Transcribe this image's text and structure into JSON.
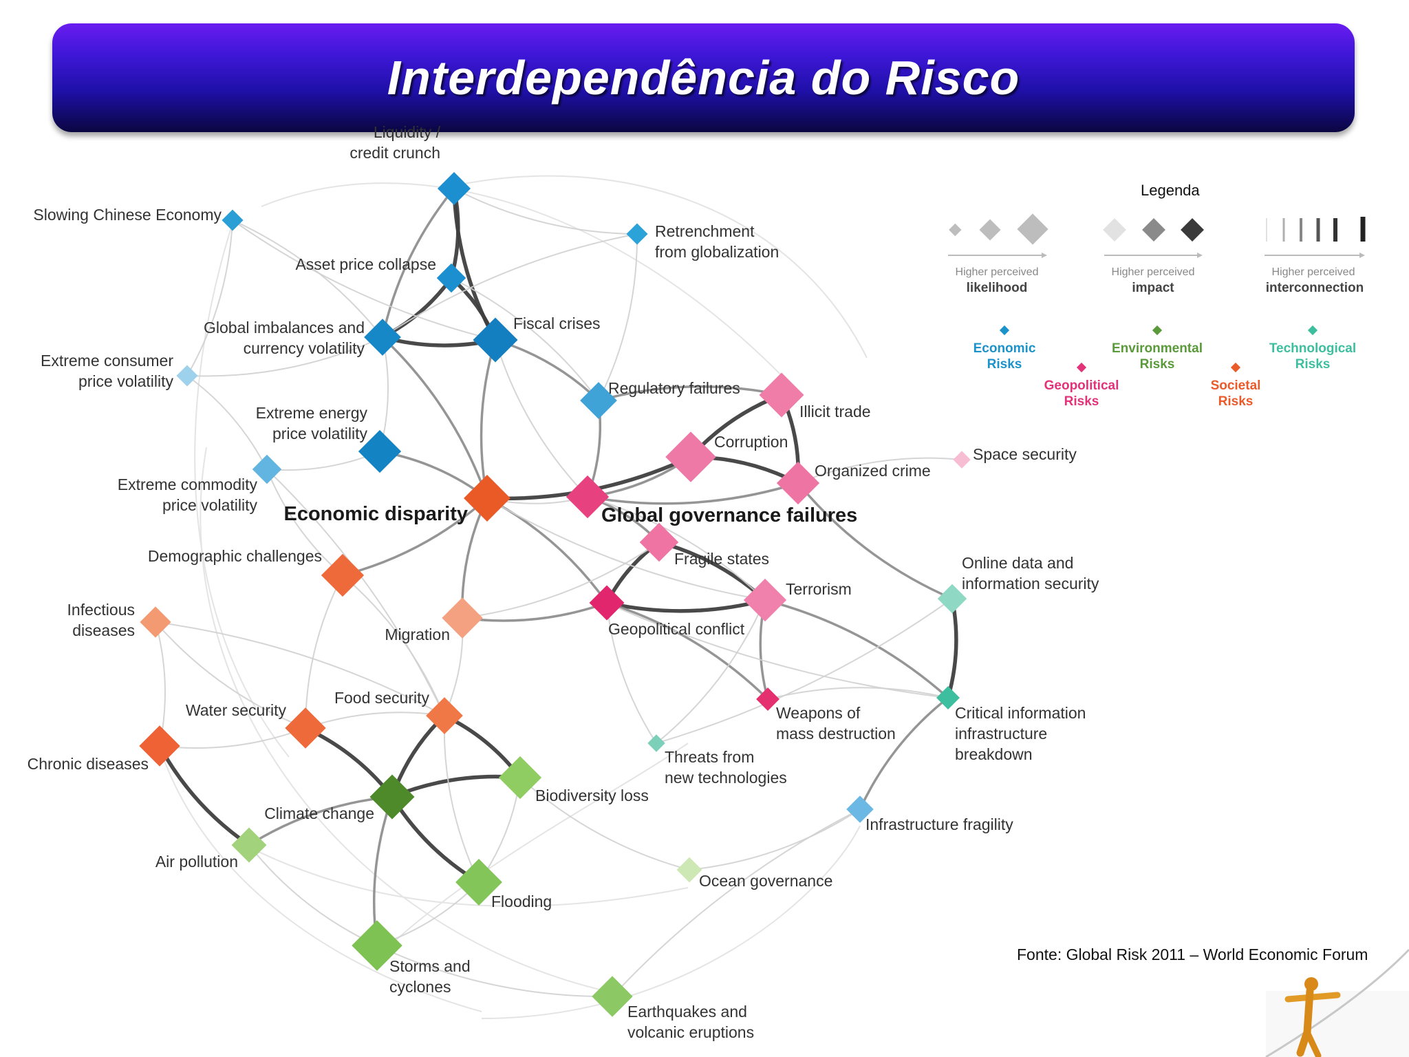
{
  "title": "Interdependência do Risco",
  "legend": {
    "title": "Legenda",
    "likelihood": {
      "top": "Higher perceived",
      "bottom": "likelihood"
    },
    "impact": {
      "top": "Higher perceived",
      "bottom": "impact"
    },
    "interconnection": {
      "top": "Higher perceived",
      "bottom": "interconnection"
    },
    "categories": [
      {
        "id": "economic",
        "line1": "Economic",
        "line2": "Risks",
        "color": "#1b92c9"
      },
      {
        "id": "geopolitical",
        "line1": "Geopolitical",
        "line2": "Risks",
        "color": "#e2337a"
      },
      {
        "id": "environmental",
        "line1": "Environmental",
        "line2": "Risks",
        "color": "#5a9a3a"
      },
      {
        "id": "societal",
        "line1": "Societal",
        "line2": "Risks",
        "color": "#ea5b2a"
      },
      {
        "id": "technological",
        "line1": "Technological",
        "line2": "Risks",
        "color": "#3dbf9f"
      }
    ]
  },
  "source": "Fonte: Global Risk 2011 – World Economic Forum",
  "nodes": [
    {
      "id": "liquidity",
      "lines": [
        "Liquidity /",
        "credit crunch"
      ],
      "category": "economic"
    },
    {
      "id": "chinese",
      "lines": [
        "Slowing Chinese Economy"
      ],
      "category": "economic"
    },
    {
      "id": "retrenchment",
      "lines": [
        "Retrenchment",
        "from globalization"
      ],
      "category": "economic"
    },
    {
      "id": "asset",
      "lines": [
        "Asset price collapse"
      ],
      "category": "economic"
    },
    {
      "id": "imbalances",
      "lines": [
        "Global imbalances and",
        "currency volatility"
      ],
      "category": "economic"
    },
    {
      "id": "fiscal",
      "lines": [
        "Fiscal crises"
      ],
      "category": "economic"
    },
    {
      "id": "consumer",
      "lines": [
        "Extreme consumer",
        "price volatility"
      ],
      "category": "economic"
    },
    {
      "id": "energy",
      "lines": [
        "Extreme energy",
        "price volatility"
      ],
      "category": "economic"
    },
    {
      "id": "commodity",
      "lines": [
        "Extreme commodity",
        "price volatility"
      ],
      "category": "economic"
    },
    {
      "id": "regulatory",
      "lines": [
        "Regulatory failures"
      ],
      "category": "economic"
    },
    {
      "id": "disparity",
      "lines": [
        "Economic disparity"
      ],
      "category": "economic"
    },
    {
      "id": "illicit",
      "lines": [
        "Illicit trade"
      ],
      "category": "geopolitical"
    },
    {
      "id": "corruption",
      "lines": [
        "Corruption"
      ],
      "category": "geopolitical"
    },
    {
      "id": "organized",
      "lines": [
        "Organized crime"
      ],
      "category": "geopolitical"
    },
    {
      "id": "space",
      "lines": [
        "Space security"
      ],
      "category": "geopolitical"
    },
    {
      "id": "governance",
      "lines": [
        "Global governance failures"
      ],
      "category": "geopolitical"
    },
    {
      "id": "fragile",
      "lines": [
        "Fragile states"
      ],
      "category": "geopolitical"
    },
    {
      "id": "terrorism",
      "lines": [
        "Terrorism"
      ],
      "category": "geopolitical"
    },
    {
      "id": "geoconflict",
      "lines": [
        "Geopolitical conflict"
      ],
      "category": "geopolitical"
    },
    {
      "id": "wmd",
      "lines": [
        "Weapons of",
        "mass destruction"
      ],
      "category": "geopolitical"
    },
    {
      "id": "demographic",
      "lines": [
        "Demographic challenges"
      ],
      "category": "societal"
    },
    {
      "id": "infectious",
      "lines": [
        "Infectious",
        "diseases"
      ],
      "category": "societal"
    },
    {
      "id": "migration",
      "lines": [
        "Migration"
      ],
      "category": "societal"
    },
    {
      "id": "water",
      "lines": [
        "Water security"
      ],
      "category": "societal"
    },
    {
      "id": "food",
      "lines": [
        "Food security"
      ],
      "category": "societal"
    },
    {
      "id": "chronic",
      "lines": [
        "Chronic diseases"
      ],
      "category": "societal"
    },
    {
      "id": "online",
      "lines": [
        "Online data and",
        "information security"
      ],
      "category": "technological"
    },
    {
      "id": "critical",
      "lines": [
        "Critical information",
        "infrastructure",
        "breakdown"
      ],
      "category": "technological"
    },
    {
      "id": "threats",
      "lines": [
        "Threats from",
        "new technologies"
      ],
      "category": "technological"
    },
    {
      "id": "infra",
      "lines": [
        "Infrastructure fragility"
      ],
      "category": "economic"
    },
    {
      "id": "climate",
      "lines": [
        "Climate change"
      ],
      "category": "environmental"
    },
    {
      "id": "biodiversity",
      "lines": [
        "Biodiversity loss"
      ],
      "category": "environmental"
    },
    {
      "id": "airpollution",
      "lines": [
        "Air pollution"
      ],
      "category": "environmental"
    },
    {
      "id": "flooding",
      "lines": [
        "Flooding"
      ],
      "category": "environmental"
    },
    {
      "id": "ocean",
      "lines": [
        "Ocean governance"
      ],
      "category": "environmental"
    },
    {
      "id": "storms",
      "lines": [
        "Storms and",
        "cyclones"
      ],
      "category": "environmental"
    },
    {
      "id": "earthquakes",
      "lines": [
        "Earthquakes and",
        "volcanic eruptions"
      ],
      "category": "environmental"
    }
  ],
  "links": [
    [
      "liquidity",
      "asset",
      "strong"
    ],
    [
      "liquidity",
      "fiscal",
      "strong"
    ],
    [
      "asset",
      "fiscal",
      "strong"
    ],
    [
      "imbalances",
      "fiscal",
      "strong"
    ],
    [
      "asset",
      "imbalances",
      "strong"
    ],
    [
      "liquidity",
      "imbalances",
      "medium"
    ],
    [
      "corruption",
      "organized",
      "strong"
    ],
    [
      "illicit",
      "corruption",
      "strong"
    ],
    [
      "illicit",
      "organized",
      "strong"
    ],
    [
      "disparity",
      "corruption",
      "strong"
    ],
    [
      "corruption",
      "governance",
      "medium"
    ],
    [
      "fragile",
      "geoconflict",
      "strong"
    ],
    [
      "fragile",
      "terrorism",
      "strong"
    ],
    [
      "geoconflict",
      "terrorism",
      "strong"
    ],
    [
      "online",
      "critical",
      "strong"
    ],
    [
      "critical",
      "infra",
      "medium"
    ],
    [
      "climate",
      "food",
      "strong"
    ],
    [
      "climate",
      "water",
      "strong"
    ],
    [
      "climate",
      "biodiversity",
      "strong"
    ],
    [
      "climate",
      "flooding",
      "strong"
    ],
    [
      "food",
      "biodiversity",
      "strong"
    ],
    [
      "chronic",
      "airpollution",
      "strong"
    ],
    [
      "airpollution",
      "climate",
      "medium"
    ],
    [
      "climate",
      "storms",
      "medium"
    ],
    [
      "disparity",
      "geoconflict",
      "medium"
    ],
    [
      "disparity",
      "imbalances",
      "medium"
    ],
    [
      "disparity",
      "fiscal",
      "medium"
    ],
    [
      "disparity",
      "energy",
      "medium"
    ],
    [
      "disparity",
      "demographic",
      "medium"
    ],
    [
      "disparity",
      "migration",
      "medium"
    ],
    [
      "regulatory",
      "governance",
      "medium"
    ],
    [
      "regulatory",
      "fiscal",
      "medium"
    ],
    [
      "regulatory",
      "illicit",
      "medium"
    ],
    [
      "governance",
      "organized",
      "medium"
    ],
    [
      "governance",
      "fragile",
      "medium"
    ],
    [
      "migration",
      "geoconflict",
      "medium"
    ],
    [
      "geoconflict",
      "wmd",
      "medium"
    ],
    [
      "terrorism",
      "wmd",
      "medium"
    ],
    [
      "terrorism",
      "critical",
      "medium"
    ],
    [
      "organized",
      "online",
      "medium"
    ],
    [
      "organized",
      "space",
      "light"
    ],
    [
      "chinese",
      "fiscal",
      "light"
    ],
    [
      "chinese",
      "imbalances",
      "light"
    ],
    [
      "consumer",
      "imbalances",
      "light"
    ],
    [
      "consumer",
      "commodity",
      "light"
    ],
    [
      "commodity",
      "energy",
      "light"
    ],
    [
      "commodity",
      "food",
      "light"
    ],
    [
      "energy",
      "imbalances",
      "light"
    ],
    [
      "retrenchment",
      "regulatory",
      "light"
    ],
    [
      "retrenchment",
      "imbalances",
      "light"
    ],
    [
      "demographic",
      "food",
      "light"
    ],
    [
      "demographic",
      "water",
      "light"
    ],
    [
      "infectious",
      "chronic",
      "light"
    ],
    [
      "infectious",
      "water",
      "light"
    ],
    [
      "migration",
      "food",
      "light"
    ],
    [
      "food",
      "water",
      "light"
    ],
    [
      "water",
      "chronic",
      "light"
    ],
    [
      "migration",
      "fragile",
      "light"
    ],
    [
      "threats",
      "geoconflict",
      "light"
    ],
    [
      "threats",
      "terrorism",
      "light"
    ],
    [
      "infra",
      "ocean",
      "light"
    ],
    [
      "biodiversity",
      "ocean",
      "light"
    ],
    [
      "flooding",
      "storms",
      "light"
    ],
    [
      "storms",
      "earthquakes",
      "light"
    ],
    [
      "earthquakes",
      "infra",
      "light"
    ],
    [
      "geoconflict",
      "critical",
      "light"
    ],
    [
      "governance",
      "terrorism",
      "light"
    ],
    [
      "fiscal",
      "governance",
      "light"
    ],
    [
      "governance",
      "disparity",
      "light"
    ],
    [
      "threats",
      "online",
      "light"
    ],
    [
      "chinese",
      "consumer",
      "light"
    ],
    [
      "liquidity",
      "retrenchment",
      "light"
    ],
    [
      "asset",
      "regulatory",
      "light"
    ],
    [
      "commodity",
      "demographic",
      "light"
    ],
    [
      "infectious",
      "food",
      "light"
    ],
    [
      "airpollution",
      "storms",
      "light"
    ],
    [
      "biodiversity",
      "flooding",
      "light"
    ],
    [
      "food",
      "flooding",
      "light"
    ],
    [
      "wmd",
      "critical",
      "light"
    ],
    [
      "disparity",
      "terrorism",
      "light"
    ]
  ]
}
